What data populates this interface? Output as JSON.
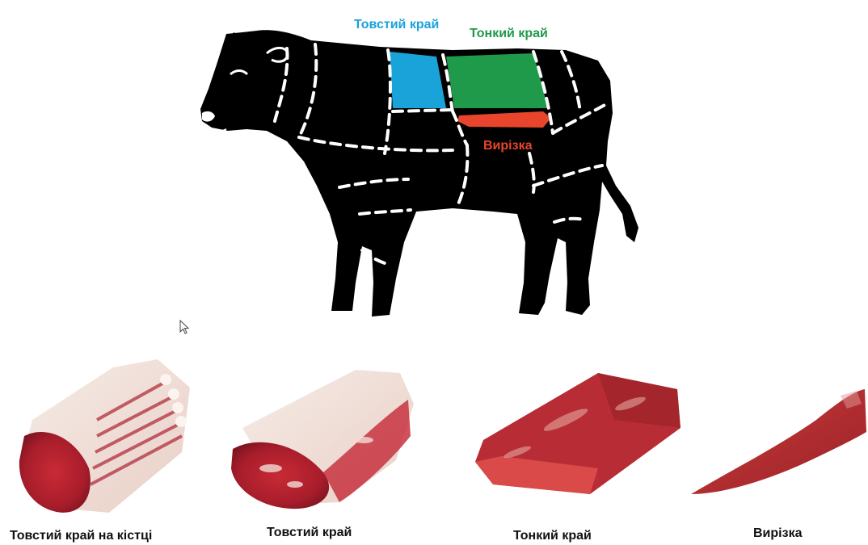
{
  "diagram": {
    "regions": [
      {
        "label": "Товстий край",
        "color": "#1aa3d9"
      },
      {
        "label": "Тонкий край",
        "color": "#1f9a4a"
      },
      {
        "label": "Вирізка",
        "color": "#e8452c"
      }
    ],
    "body_color": "#000000",
    "divider_color": "#ffffff"
  },
  "cuts": [
    {
      "caption": "Товстий край на кістці",
      "image": "bone-in-rib-roast"
    },
    {
      "caption": "Товстий край",
      "image": "ribeye-roll"
    },
    {
      "caption": "Тонкий край",
      "image": "striploin"
    },
    {
      "caption": "Вирізка",
      "image": "tenderloin"
    }
  ],
  "cursor": {
    "icon": "mouse-pointer-icon"
  }
}
